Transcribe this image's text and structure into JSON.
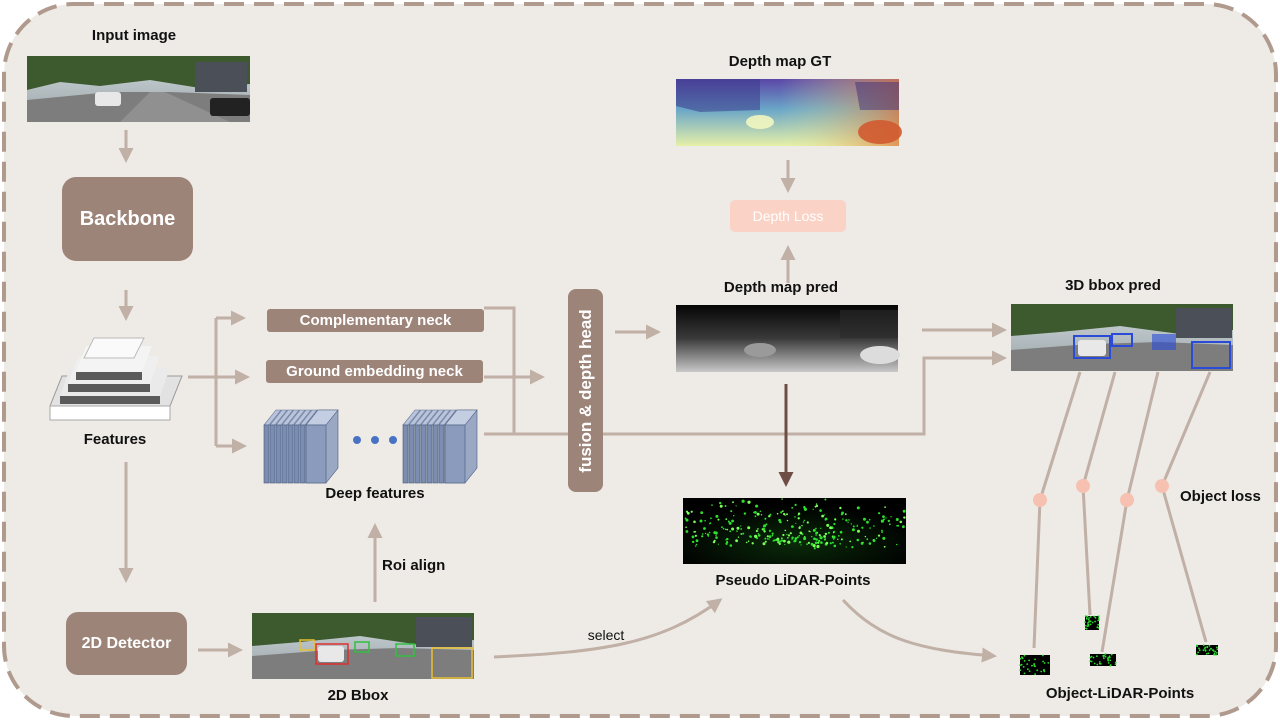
{
  "labels": {
    "input_image": "Input image",
    "features": "Features",
    "deep_features": "Deep features",
    "roi_align": "Roi align",
    "bbox_2d": "2D Bbox",
    "select": "select",
    "depth_map_gt": "Depth map GT",
    "depth_map_pred": "Depth map pred",
    "pseudo_lidar": "Pseudo LiDAR-Points",
    "bbox_3d_pred": "3D bbox pred",
    "object_loss": "Object loss",
    "object_lidar": "Object-LiDAR-Points"
  },
  "blocks": {
    "backbone": "Backbone",
    "detector_2d": "2D Detector",
    "complementary_neck": "Complementary neck",
    "ground_neck": "Ground embedding neck",
    "fusion_head": "fusion & depth head",
    "depth_loss": "Depth Loss"
  },
  "colors": {
    "block": "#9c8478",
    "arrow": "#c0b0a6",
    "depth_loss_box": "#fbd3c6",
    "loss_dot": "#f7c1b1",
    "frame_border": "#b09a8e",
    "frame_fill": "#eeeae6",
    "feature_cube": "#7b8db0"
  }
}
